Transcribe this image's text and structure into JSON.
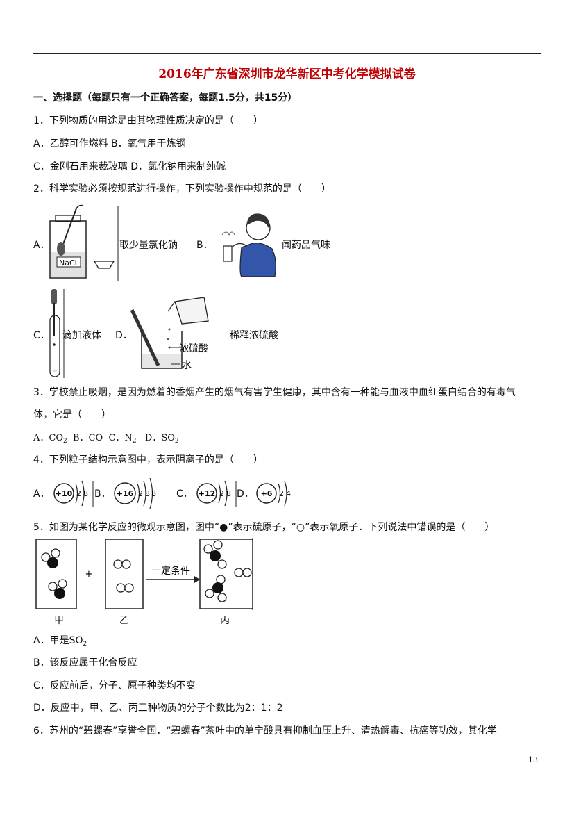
{
  "title": "2016年广东省深圳市龙华新区中考化学模拟试卷",
  "section1": "一、选择题（每题只有一个正确答案，每题1.5分，共15分）",
  "q1": {
    "stem": "1．下列物质的用途是由其物理性质决定的是（　　）",
    "optAB": "A．乙醇可作燃料 B．氧气用于炼钢",
    "optCD": "C．金刚石用来裁玻璃 D．氯化钠用来制纯碱"
  },
  "q2": {
    "stem": "2．科学实验必须按规范进行操作，下列实验操作中规范的是（　　）",
    "a_letter": "A．",
    "a_label": "取少量氯化钠",
    "a_reagent": "NaCl",
    "b_letter": "B．",
    "b_label": "闻药品气味",
    "c_letter": "C．",
    "c_label": "滴加液体",
    "d_letter": "D．",
    "d_label": "稀释浓硫酸",
    "d_acid": "浓硫酸",
    "d_water": "水"
  },
  "q3": {
    "stem1": "3．学校禁止吸烟，是因为燃着的香烟产生的烟气有害学生健康，其中含有一种能与血液中血红蛋白结合的有毒气",
    "stem2": "体，它是（　　）",
    "a_pre": "A．CO",
    "a_sub": "2",
    "b": "B．CO",
    "c_pre": "C．N",
    "c_sub": "2",
    "d_pre": "D．SO",
    "d_sub": "2"
  },
  "q4": {
    "stem": "4．下列粒子结构示意图中，表示阴离子的是（　　）",
    "options": [
      {
        "letter": "A．",
        "nucleus": "+10",
        "shells": [
          "2",
          "8"
        ]
      },
      {
        "letter": "B．",
        "nucleus": "+16",
        "shells": [
          "2",
          "8",
          "8"
        ]
      },
      {
        "letter": "C．",
        "nucleus": "+12",
        "shells": [
          "2",
          "8"
        ]
      },
      {
        "letter": "D．",
        "nucleus": "+6",
        "shells": [
          "2",
          "4"
        ]
      }
    ]
  },
  "q5": {
    "stem": "5．如图为某化学反应的微观示意图，图中“●”表示硫原子，“○”表示氧原子．下列说法中错误的是（　　）",
    "plus": "+",
    "arrow_label": "一定条件",
    "caps": [
      "甲",
      "乙",
      "丙"
    ],
    "a_pre": "A．甲是SO",
    "a_sub": "2",
    "b": "B．该反应属于化合反应",
    "c": "C．反应前后，分子、原子种类均不变",
    "d": "D．反应中，甲、乙、丙三种物质的分子个数比为2：1：2"
  },
  "q6": {
    "stem": "6．苏州的“碧螺春”享誉全国．“碧螺春”茶叶中的单宁酸具有抑制血压上升、清热解毒、抗癌等功效，其化学"
  },
  "page_number": "13"
}
